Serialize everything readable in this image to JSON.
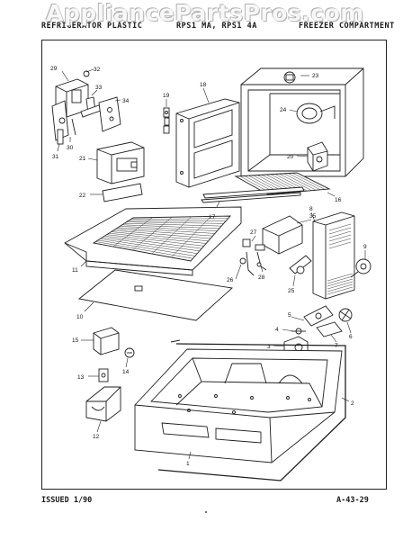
{
  "watermark": "AppliancePartsPros.com",
  "header": {
    "left": "REFRIGERATOR PLASTIC",
    "model": "RPS1 MA, RPS1 4A",
    "section": "FREEZER COMPARTMENT"
  },
  "footer": {
    "issued": "ISSUED 1/90",
    "page_code": "A-43-29"
  },
  "callouts": [
    "1",
    "2",
    "3",
    "4",
    "5",
    "6",
    "7",
    "8",
    "9",
    "10",
    "11",
    "12",
    "13",
    "14",
    "15",
    "16",
    "17",
    "18",
    "19",
    "20",
    "21",
    "22",
    "23",
    "24",
    "25",
    "26",
    "27",
    "28",
    "29",
    "30",
    "31",
    "32",
    "33",
    "34",
    "35"
  ]
}
